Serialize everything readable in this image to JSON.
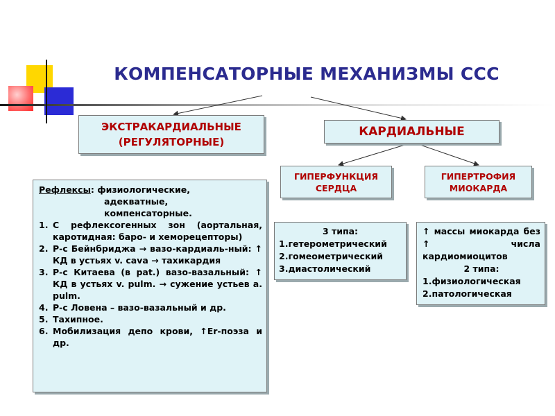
{
  "title": "КОМПЕНСАТОРНЫЕ МЕХАНИЗМЫ  ССС",
  "extracardial": {
    "line1": "ЭКСТРАКАРДИАЛЬНЫЕ",
    "line2": "(РЕГУЛЯТОРНЫЕ)"
  },
  "cardial": {
    "label": "КАРДИАЛЬНЫЕ"
  },
  "hyperfunction": {
    "line1": "ГИПЕРФУНКЦИЯ",
    "line2": "СЕРДЦА"
  },
  "hypertrophy": {
    "line1": "ГИПЕРТРОФИЯ",
    "line2": "МИОКАРДА"
  },
  "reflexes": {
    "heading": "Рефлексы",
    "heading_rest": ": физиологические,",
    "line2": "адекватные,",
    "line3": "компенсаторные.",
    "items": [
      {
        "num": "1.",
        "text": "С рефлексогенных зон (аортальная, каротидная: баро- и хеморецепторы)"
      },
      {
        "num": "2.",
        "text": "Р-с Бейнбриджа → вазо-кардиаль-ный: ↑ КД в устьях v. cava → тахикардия"
      },
      {
        "num": "3.",
        "text": "Р-с Китаева (в pat.) вазо-вазальный: ↑ КД в устьях v. pulm. → сужение устьев a. pulm."
      },
      {
        "num": "4.",
        "text": "Р-с Ловена – вазо-вазальный и др."
      },
      {
        "num": "5.",
        "text": "Тахипное."
      },
      {
        "num": "6.",
        "text": "Мобилизация депо крови, ↑Er-поэза и др."
      }
    ]
  },
  "three_types": {
    "heading": "3 типа:",
    "items": [
      "1.гетерометрический",
      "2.гомеометрический",
      "3.диастолический"
    ]
  },
  "myocardium": {
    "line1": "↑ массы миокарда без ↑ числа кардиомиоцитов",
    "heading": "2 типа:",
    "items": [
      "1.физиологическая",
      "2.патологическая"
    ]
  }
}
